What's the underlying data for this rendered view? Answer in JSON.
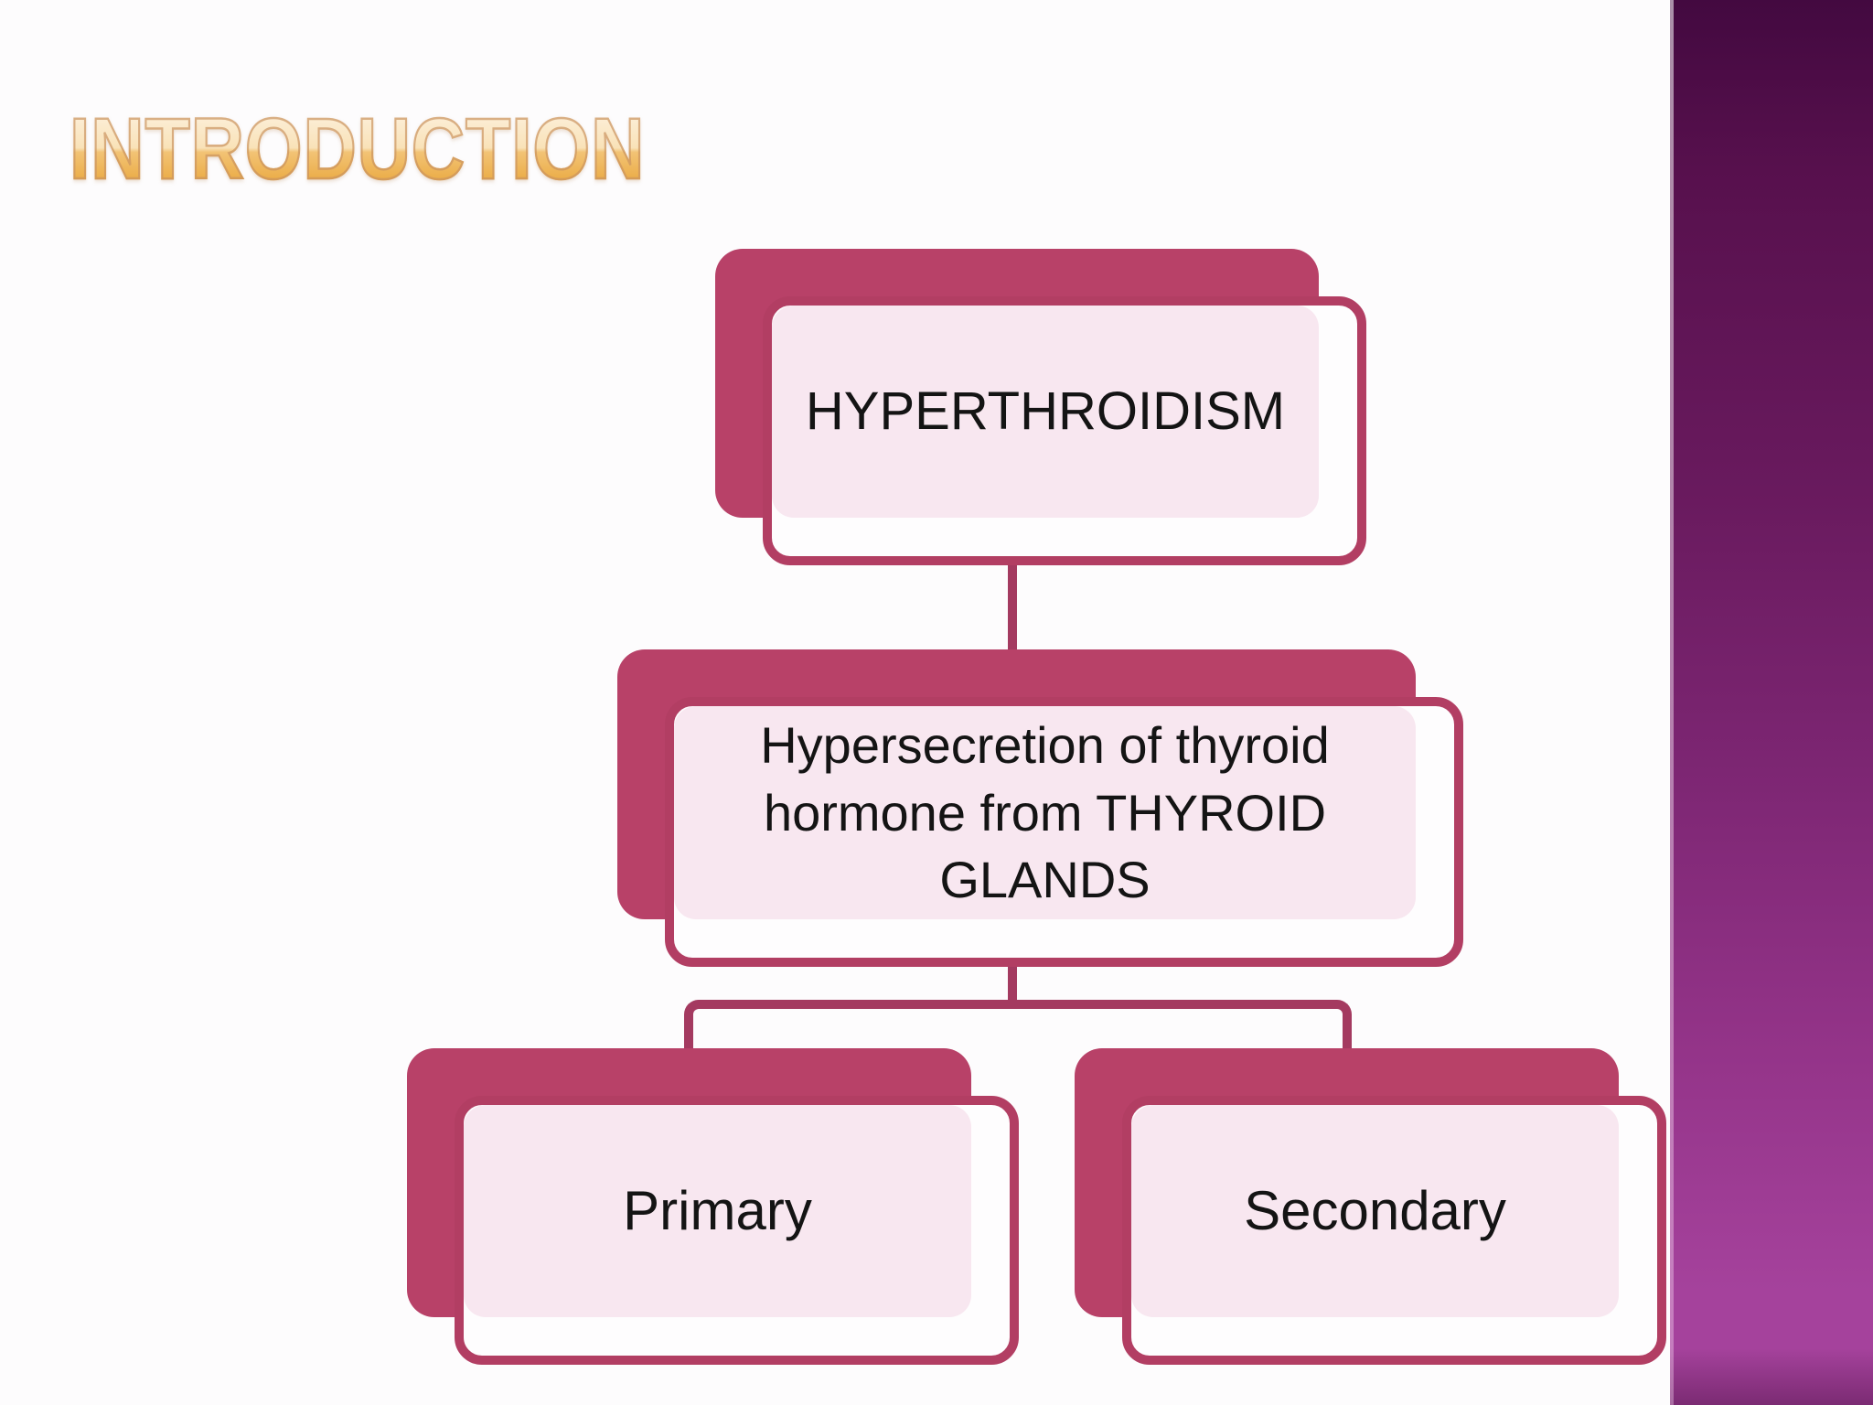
{
  "slide": {
    "title": "INTRODUCTION",
    "colors": {
      "background": "#fdfcfd",
      "magenta": "#b84168",
      "node_border": "#b23e63",
      "front_fill": "#fefdfe",
      "pale_pink": "#f8e7f0",
      "text": "#141414",
      "connector": "#a43a60",
      "conn_light": "#f2e1ea",
      "title_top": "#fdf2e0",
      "title_mid_hi": "#f9e2b8",
      "title_mid_lo": "#f2c375",
      "title_bottom": "#e8a232",
      "title_outline": "#c9935fb0",
      "band_top": "#430940",
      "band_dark": "#57104d",
      "band_mid1": "#691a5e",
      "band_mid2": "#7d2673",
      "band_mid3": "#943489",
      "band_bright": "#a5429c",
      "band_bottom": "#7b2b73"
    }
  },
  "diagram": {
    "type": "hierarchy",
    "root": {
      "label": "HYPERTHROIDISM"
    },
    "level2": {
      "label": "Hypersecretion of thyroid hormone from THYROID GLANDS"
    },
    "leaves": [
      {
        "label": "Primary"
      },
      {
        "label": "Secondary"
      }
    ]
  }
}
